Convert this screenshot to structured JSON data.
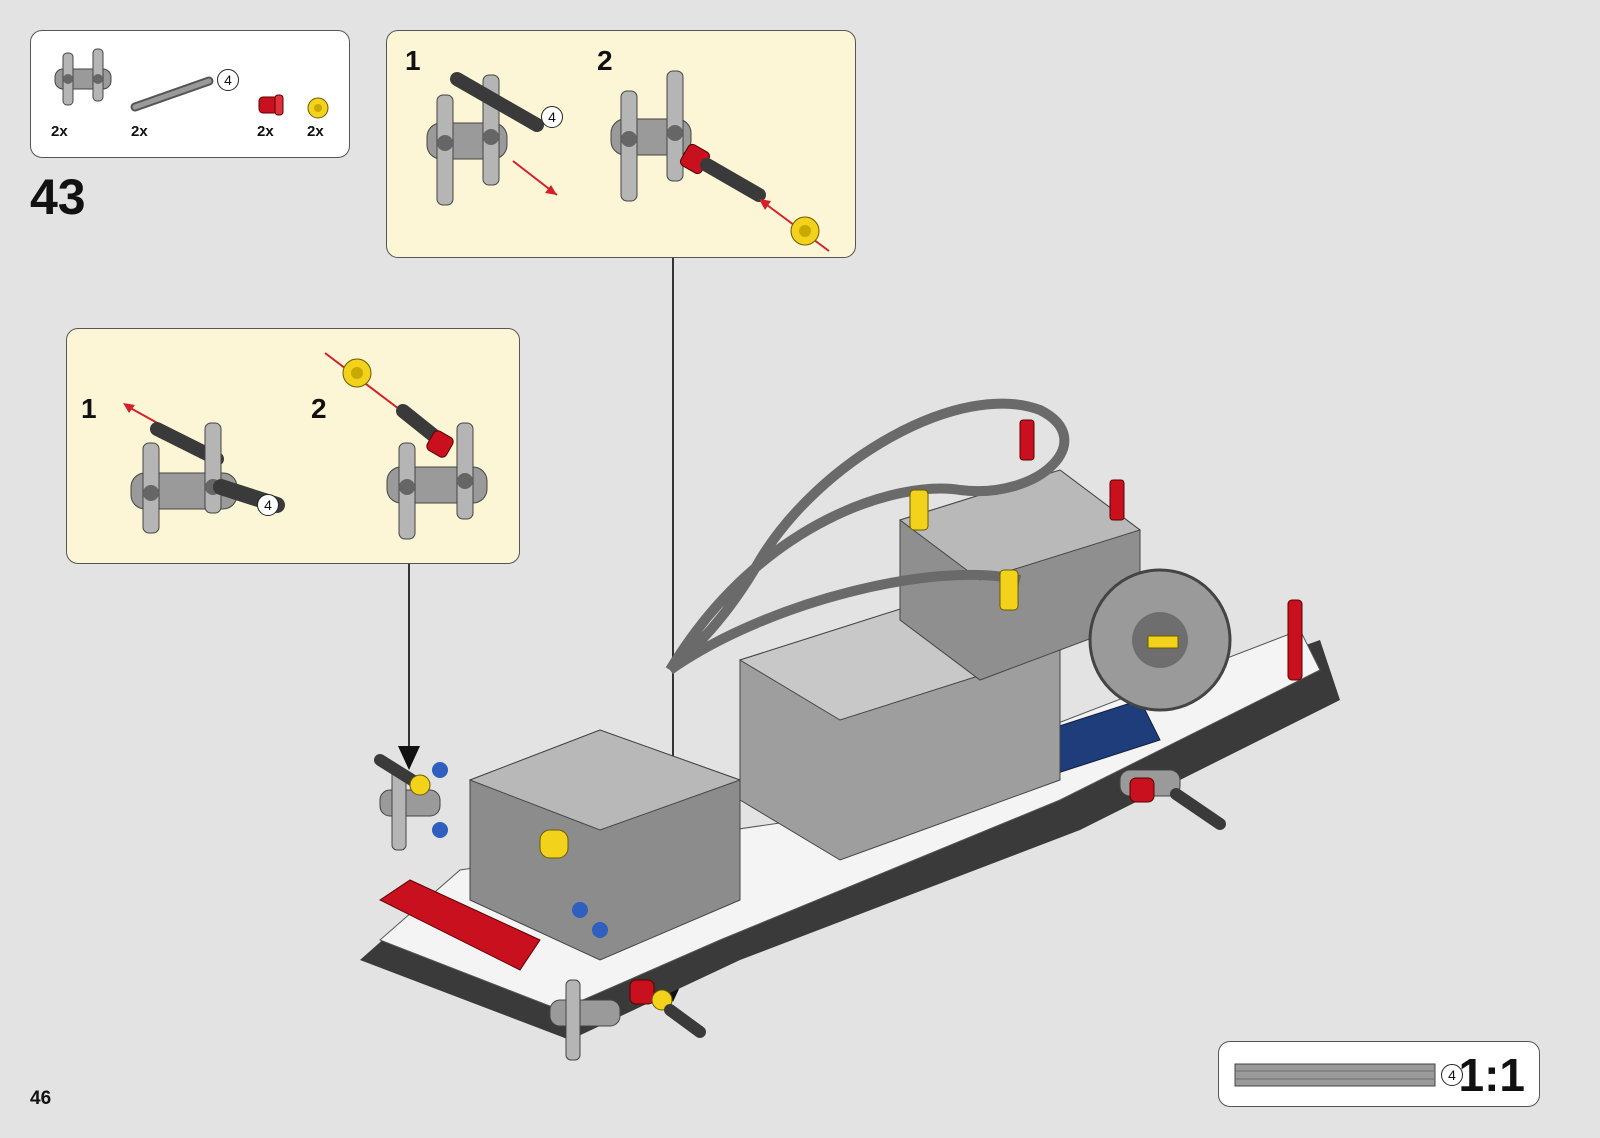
{
  "step_number": "43",
  "page_number": "46",
  "parts_list": [
    {
      "icon": "connector-icon",
      "qty": "2x"
    },
    {
      "icon": "axle-4-icon",
      "qty": "2x",
      "length": "4"
    },
    {
      "icon": "red-bush-icon",
      "qty": "2x"
    },
    {
      "icon": "yellow-bush-icon",
      "qty": "2x"
    }
  ],
  "sub_step_top": {
    "steps": [
      {
        "label": "1",
        "axle_length": "4"
      },
      {
        "label": "2"
      }
    ]
  },
  "sub_step_left": {
    "steps": [
      {
        "label": "1",
        "axle_length": "4"
      },
      {
        "label": "2"
      }
    ]
  },
  "scale_box": {
    "axle_length": "4",
    "scale": "1:1"
  },
  "colors": {
    "background": "#e3e3e3",
    "subassembly_bg": "#fdf6d6",
    "arrow_red": "#d3202a",
    "part_gray": "#9a9a9a",
    "part_red": "#c8101e",
    "part_yellow": "#f2d21a",
    "part_blue": "#1f3d7a"
  }
}
